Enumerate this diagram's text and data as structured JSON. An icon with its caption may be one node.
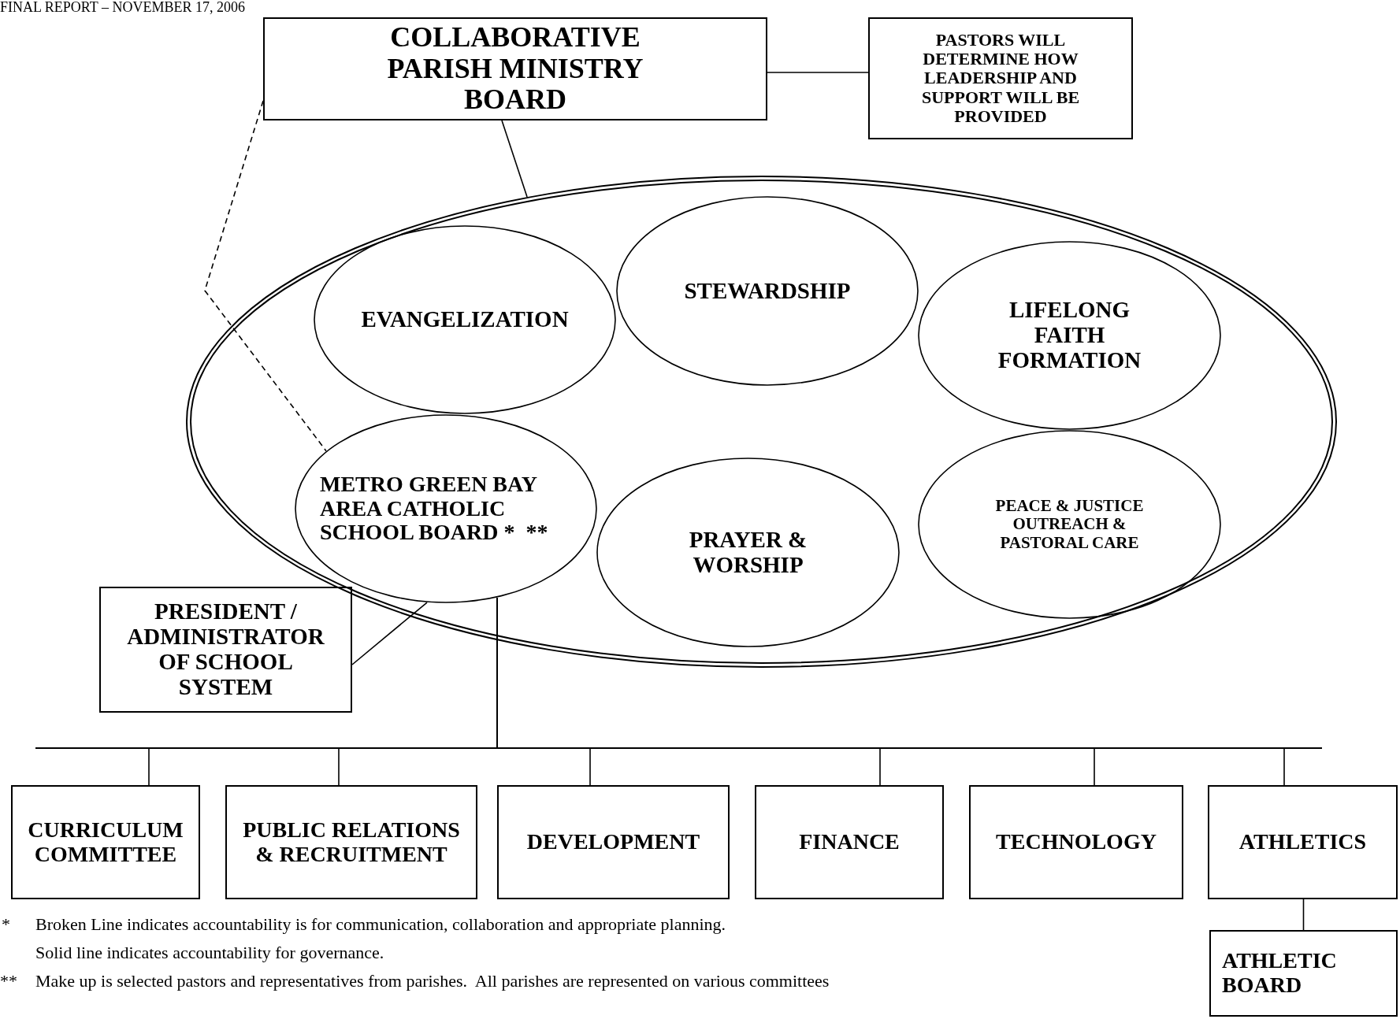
{
  "diagram": {
    "nodes": [
      {
        "text": [
          "COLLABORATIVE PARISH MINISTRY BOARD"
        ]
      },
      {
        "text": [
          "PASTORS WILL DETERMINE HOW LEADERSHIP AND SUPPORT WILL BE PROVIDED"
        ]
      },
      {
        "text": [],
        "shape": "ellipse"
      },
      {
        "text": [
          "EVANGELIZATION"
        ],
        "in": 2
      },
      {
        "text": [
          "STEWARDSHIP"
        ],
        "in": 2
      },
      {
        "text": [
          "LIFELONG FAITH FORMATION"
        ],
        "in": 2
      },
      {
        "text": [
          "METRO GREEN BAY AREA CATHOLIC SCHOOL BOARD *  **"
        ],
        "in": 2
      },
      {
        "text": [
          "PRAYER & WORSHIP"
        ],
        "in": 2
      },
      {
        "text": [
          "PEACE & JUSTICE OUTREACH & PASTORAL CARE"
        ],
        "in": 2
      },
      {
        "text": [
          "PRESIDENT / ADMINISTRATOR OF SCHOOL SYSTEM"
        ]
      },
      {
        "text": [
          "CURRICULUM COMMITTEE"
        ]
      },
      {
        "text": [
          "PUBLIC RELATIONS & RECRUITMENT"
        ]
      },
      {
        "text": [
          "DEVELOPMENT"
        ]
      },
      {
        "text": [
          "FINANCE"
        ]
      },
      {
        "text": [
          "TECHNOLOGY"
        ]
      },
      {
        "text": [
          "ATHLETICS"
        ]
      },
      {
        "text": [
          "ATHLETIC BOARD"
        ]
      }
    ],
    "edges": [
      {
        "from": 0,
        "to": 1,
        "arrow": "none"
      },
      {
        "from": 0,
        "to": 2,
        "arrow": "none"
      },
      {
        "from": 0,
        "to": 6,
        "arrow": "none",
        "style": "dashed"
      },
      {
        "from": 6,
        "to": 9,
        "arrow": "none"
      },
      {
        "from": 6,
        "to": 10,
        "arrow": "none"
      },
      {
        "from": 6,
        "to": 11,
        "arrow": "none"
      },
      {
        "from": 6,
        "to": 12,
        "arrow": "none"
      },
      {
        "from": 6,
        "to": 13,
        "arrow": "none"
      },
      {
        "from": 6,
        "to": 14,
        "arrow": "none"
      },
      {
        "from": 6,
        "to": 15,
        "arrow": "none"
      },
      {
        "from": 15,
        "to": 16,
        "arrow": "none"
      }
    ],
    "labels": [
      "FINAL REPORT – NOVEMBER 17, 2006",
      "*",
      "Broken Line indicates accountability is for communication, collaboration and appropriate planning.",
      "Solid line indicates accountability for governance.",
      "**",
      "Make up is selected pastors and representatives from parishes.  All parishes are represented on various committees"
    ]
  }
}
